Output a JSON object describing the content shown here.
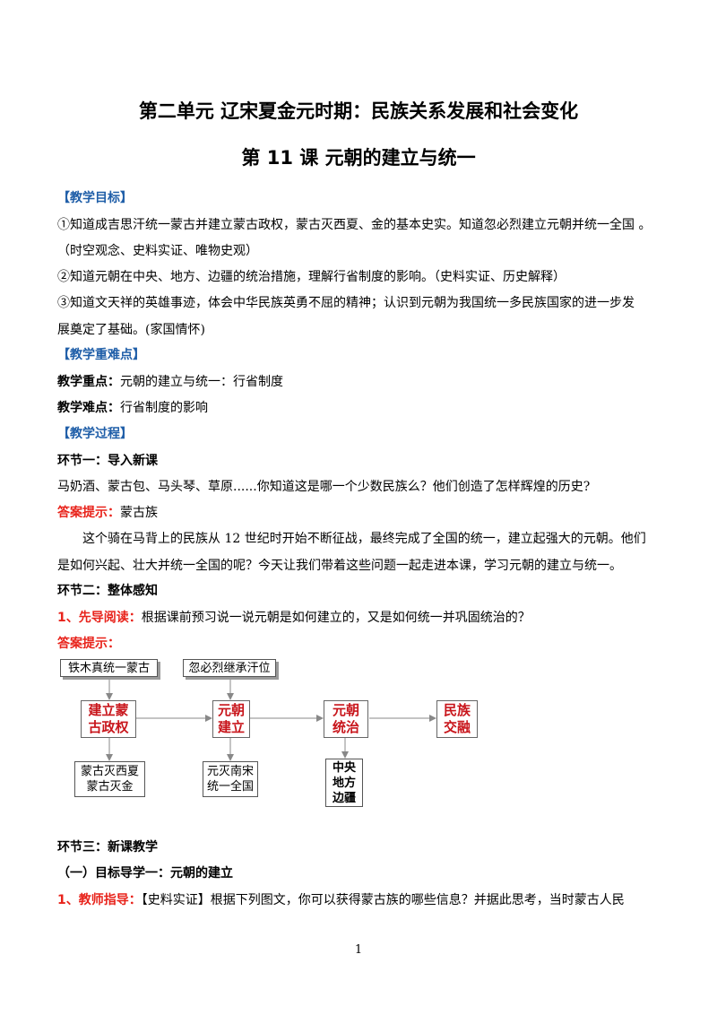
{
  "unit_title": "第二单元  辽宋夏金元时期：民族关系发展和社会变化",
  "lesson_title": "第 11 课    元朝的建立与统一",
  "objectives": {
    "heading": "【教学目标】",
    "item1_line1": "①知道成吉思汗统一蒙古并建立蒙古政权，蒙古灭西夏、金的基本史实。知道忽必烈建立元朝并统一全国 。",
    "item1_line2": "（时空观念、史料实证、唯物史观）",
    "item2": "②知道元朝在中央、地方、边疆的统治措施，理解行省制度的影响。（史料实证、历史解释）",
    "item3_line1": "③知道文天祥的英雄事迹，体会中华民族英勇不屈的精神；认识到元朝为我国统一多民族国家的进一步发",
    "item3_line2": "展奠定了基础。(家国情怀)"
  },
  "key_points": {
    "heading": "【教学重难点】",
    "focus_label": "教学重点：",
    "focus_text": "元朝的建立与统一：行省制度",
    "difficulty_label": "教学难点：",
    "difficulty_text": "行省制度的影响"
  },
  "process": {
    "heading": "【教学过程】",
    "step1_label": "环节一：导入新课",
    "step1_text": "马奶酒、蒙古包、马头琴、草原......你知道这是哪一个少数民族么？他们创造了怎样辉煌的历史?",
    "answer_label": "答案提示：",
    "answer_text": "蒙古族",
    "para_line1": "这个骑在马背上的民族从 12 世纪时开始不断征战，最终完成了全国的统一，建立起强大的元朝。他们",
    "para_line2": "是如何兴起、壮大并统一全国的呢？今天让我们带着这些问题一起走进本课，学习元朝的建立与统一。",
    "step2_label": "环节二：整体感知",
    "preview_label": "1、先导阅读：",
    "preview_text": "根据课前预习说一说元朝是如何建立的，又是如何统一并巩固统治的？",
    "answer2_label": "答案提示：",
    "step3_label": "环节三：新课教学",
    "goal1": "（一）目标导学一：元朝的建立",
    "teacher_label": "1、教师指导：",
    "teacher_text": "【史料实证】根据下列图文，你可以获得蒙古族的哪些信息？并据此思考，当时蒙古人民"
  },
  "diagram": {
    "top1": "铁木真统一蒙古",
    "top2": "忽必烈继承汗位",
    "main1": [
      "建立蒙",
      "古政权"
    ],
    "main2": [
      "元朝",
      "建立"
    ],
    "main3": [
      "元朝",
      "统治"
    ],
    "main4": [
      "民族",
      "交融"
    ],
    "bottom1": [
      "蒙古灭西夏",
      "蒙古灭金"
    ],
    "bottom2": [
      "元灭南宋",
      "统一全国"
    ],
    "bottom3": [
      "中央",
      "地方",
      "边疆"
    ]
  },
  "page_number": "1"
}
